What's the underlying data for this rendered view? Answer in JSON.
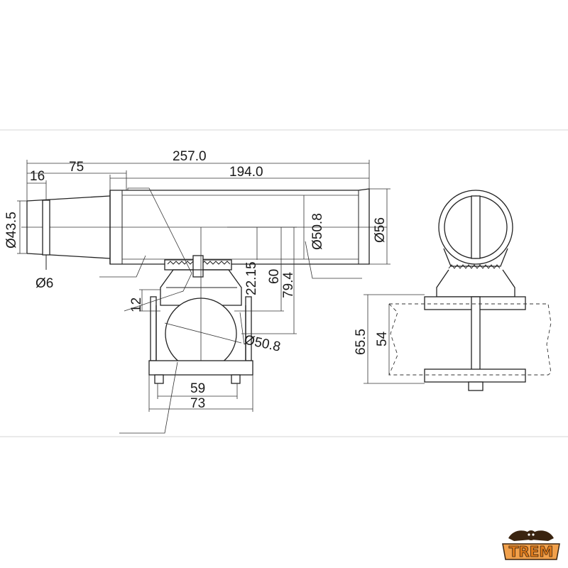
{
  "dimensions": {
    "overall_length": "257.0",
    "tube_length": "194.0",
    "tip_length": "75",
    "tip_collar": "16",
    "tip_diameter": "Ø43.5",
    "tip_ring": "Ø6",
    "tube_inner_diameter": "Ø50.8",
    "tube_outer_diameter": "Ø56",
    "knob_height": "22.15",
    "height_60": "60",
    "height_79_4": "79.4",
    "clamp_gap": "12",
    "clamp_diameter": "Ø50.8",
    "base_inner_width": "59",
    "base_outer_width": "73",
    "side_height_outer": "65.5",
    "side_height_inner": "54"
  },
  "logo": {
    "text": "TREM",
    "colors": {
      "primary": "#e07a1a",
      "outline": "#3a2410"
    }
  }
}
